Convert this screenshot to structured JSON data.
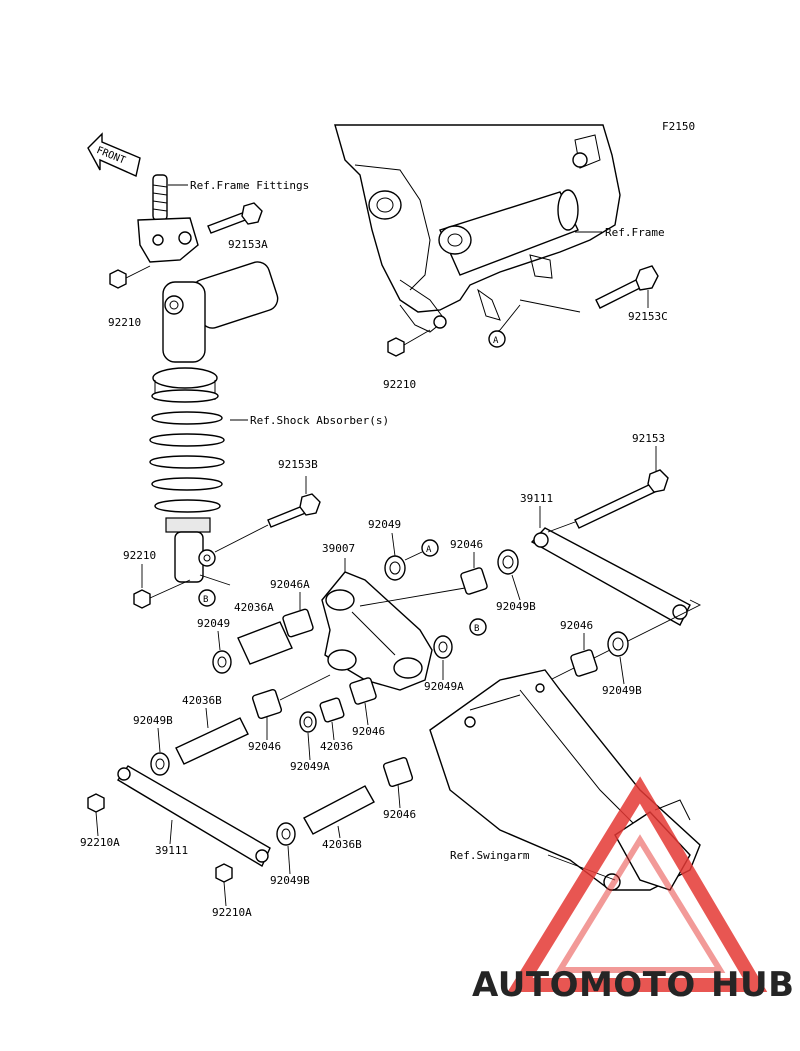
{
  "figure_code": "F2150",
  "front_label": "FRONT",
  "refs": {
    "frame_fittings": "Ref.Frame Fittings",
    "frame": "Ref.Frame",
    "shock_absorber": "Ref.Shock Absorber(s)",
    "swingarm": "Ref.Swingarm"
  },
  "part_numbers": {
    "p92153A": "92153A",
    "p92210_top": "92210",
    "p92153C": "92153C",
    "p92210_frame": "92210",
    "p92153": "92153",
    "p92153B": "92153B",
    "p39111_right": "39111",
    "p92049_top": "92049",
    "p39007": "39007",
    "p92046_top": "92046",
    "p92210_shock": "92210",
    "p92046A": "92046A",
    "p42036A": "42036A",
    "p92049B_right": "92049B",
    "p92049_left": "92049",
    "p92046_right": "92046",
    "p92049A_mid": "92049A",
    "p92049B_far": "92049B",
    "p42036B_upper": "42036B",
    "p92049B_left": "92049B",
    "p92046_a": "92046",
    "p42036": "42036",
    "p92046_b": "92046",
    "p92049A_low": "92049A",
    "p92046_c": "92046",
    "p92210A_left": "92210A",
    "p39111_left": "39111",
    "p42036B_lower": "42036B",
    "p92049B_bottom": "92049B",
    "p92210A_bottom": "92210A"
  },
  "callouts": {
    "a1": "A",
    "a2": "A",
    "b1": "B",
    "b2": "B"
  },
  "watermark": {
    "part1": "AUTOMOTO",
    "part2": "HUB",
    "color1": "#f4b183",
    "color2": "#7a7a7a",
    "triangle_color": "#e53935"
  }
}
